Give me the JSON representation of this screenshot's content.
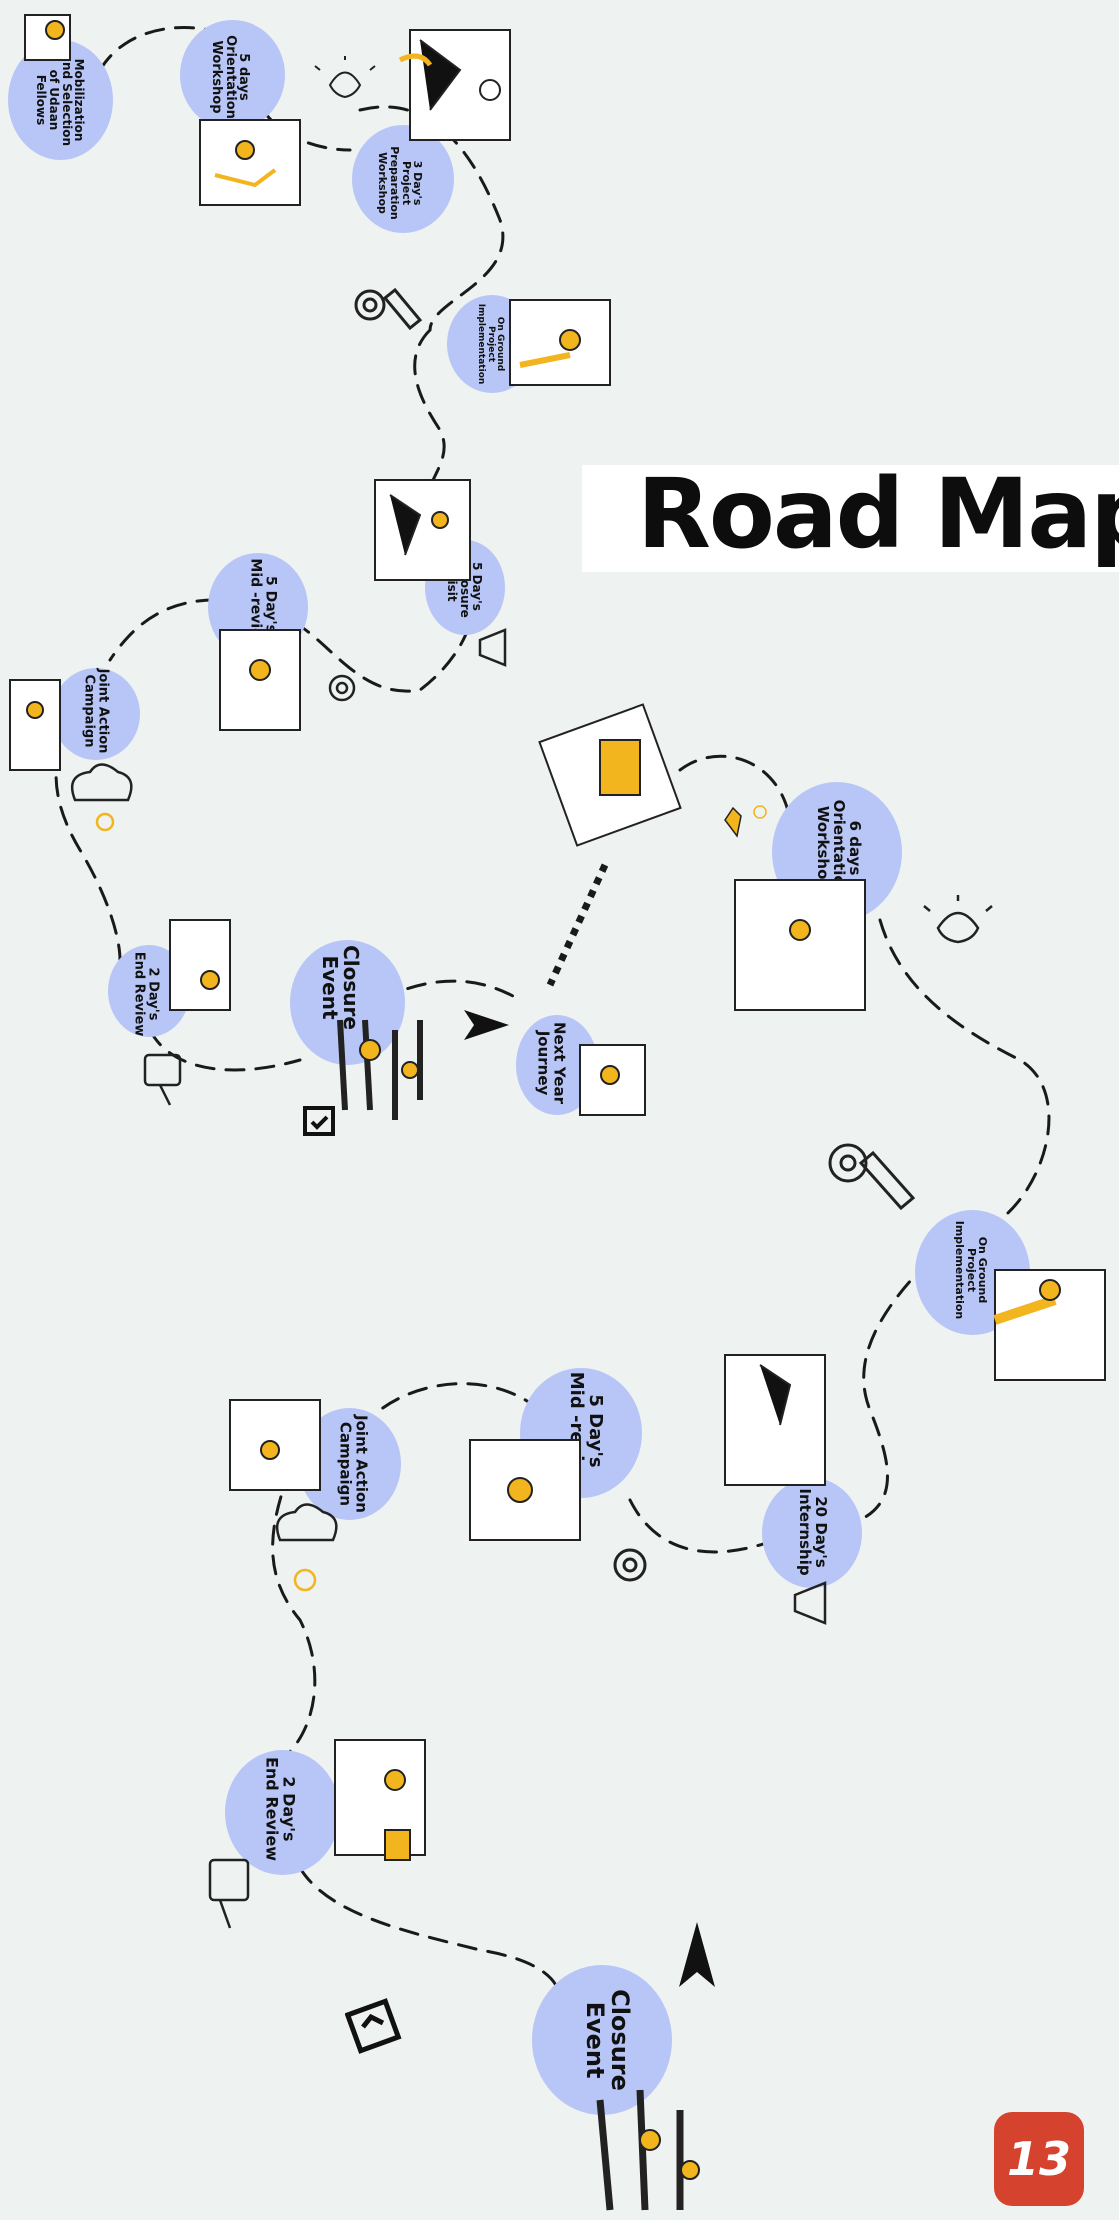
{
  "title": "Road Map",
  "page_number": "13",
  "colors": {
    "background": "#eef2f0",
    "milestone_blob": "#b7c6f6",
    "accent": "#f2b51d",
    "badge": "#d5432f",
    "ink": "#111111"
  },
  "milestones": {
    "m1": "Mobilization\nand Selection\nof Udaan\nFellows",
    "m2": "5 days\nOrientation\nWorkshop",
    "m3": "3 Day's\nProject\nPreparation\nWorkshop",
    "m4": "On Ground\nProject\nImplementation",
    "m5": "5 Day's\nExposure\nVisit",
    "m6": "5 Day's\nMid -review",
    "m7": "Joint Action\nCampaign",
    "m8": "2 Day's\nEnd Review",
    "m9": "Closure\nEvent",
    "m10": "Next Year\nJourney",
    "m11": "6 days\nOrientation\nWorkshop",
    "m12": "On Ground\nProject\nImplementation",
    "m13": "20 Day's\nInternship",
    "m14": "5 Day's\nMid -review",
    "m15": "Joint Action\nCampaign",
    "m16": "2 Day's\nEnd Review",
    "m17": "Closure\nEvent"
  },
  "icons": [
    "gear-icon",
    "pencil-icon",
    "lightbulb-icon",
    "megaphone-icon",
    "paper-plane-icon",
    "calendar-check-icon",
    "chat-bubble-icon",
    "cloud-icon",
    "people-illustration"
  ]
}
